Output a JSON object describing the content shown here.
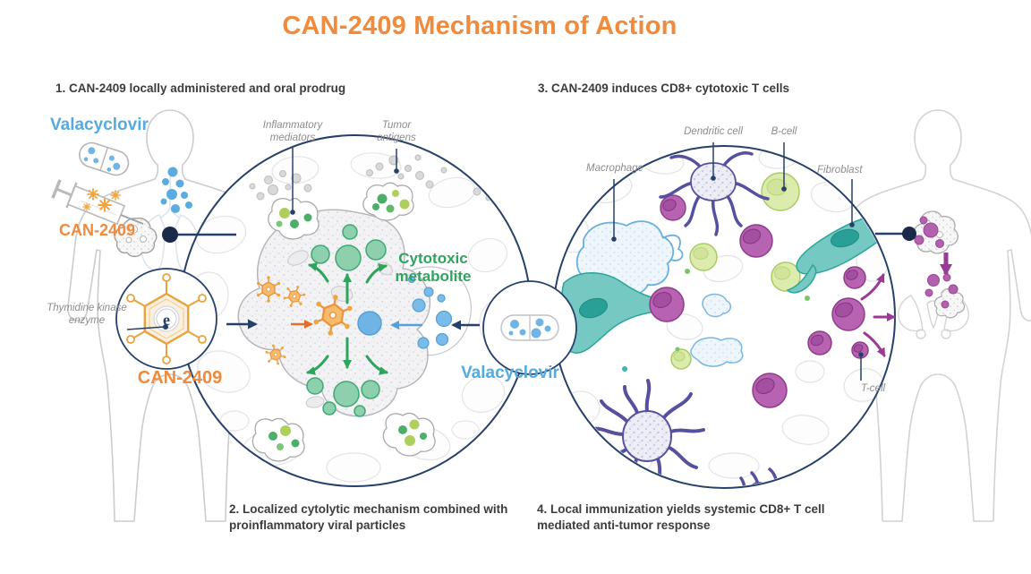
{
  "title": "CAN-2409 Mechanism of Action",
  "steps": {
    "step1": "1. CAN-2409 locally administered and oral prodrug",
    "step2": "2. Localized cytolytic mechanism combined with proinflammatory viral particles",
    "step3": "3. CAN-2409 induces CD8+ cytotoxic T cells",
    "step4": "4. Local immunization yields systemic CD8+ T cell mediated anti-tumor response"
  },
  "left_panel": {
    "oral_drug_label": "Valacyclovir",
    "injected_drug_label": "CAN-2409"
  },
  "tumor_circle": {
    "inflammatory_label": "Inflammatory mediators",
    "antigen_label": "Tumor antigens",
    "metabolite_label": "Cytotoxic metabolite"
  },
  "vector_circle": {
    "enzyme_label": "Thymidine kinase enzyme",
    "drug_label": "CAN-2409"
  },
  "prodrug_circle": {
    "drug_label": "Valacyclovir"
  },
  "immune_circle": {
    "macrophage_label": "Macrophage",
    "dendritic_label": "Dendritic cell",
    "b_cell_label": "B-cell",
    "fibroblast_label": "Fibroblast",
    "t_cell_label": "T-cell"
  },
  "colors": {
    "orange": "#F08A3C",
    "blue": "#55AADF",
    "green": "#2FA45D",
    "navy": "#27406B",
    "purple": "#9B3A96",
    "teal": "#2BA59B",
    "label_gray": "#8C8C8C",
    "text_dark": "#3C3C3C"
  },
  "icons": {
    "syringe-icon": "injection syringe with viral particles",
    "pill-capsule-icon": "oral prodrug capsule",
    "viral-vector-icon": "adenovirus hexagon with e logo",
    "body-silhouette": "human body outline"
  }
}
